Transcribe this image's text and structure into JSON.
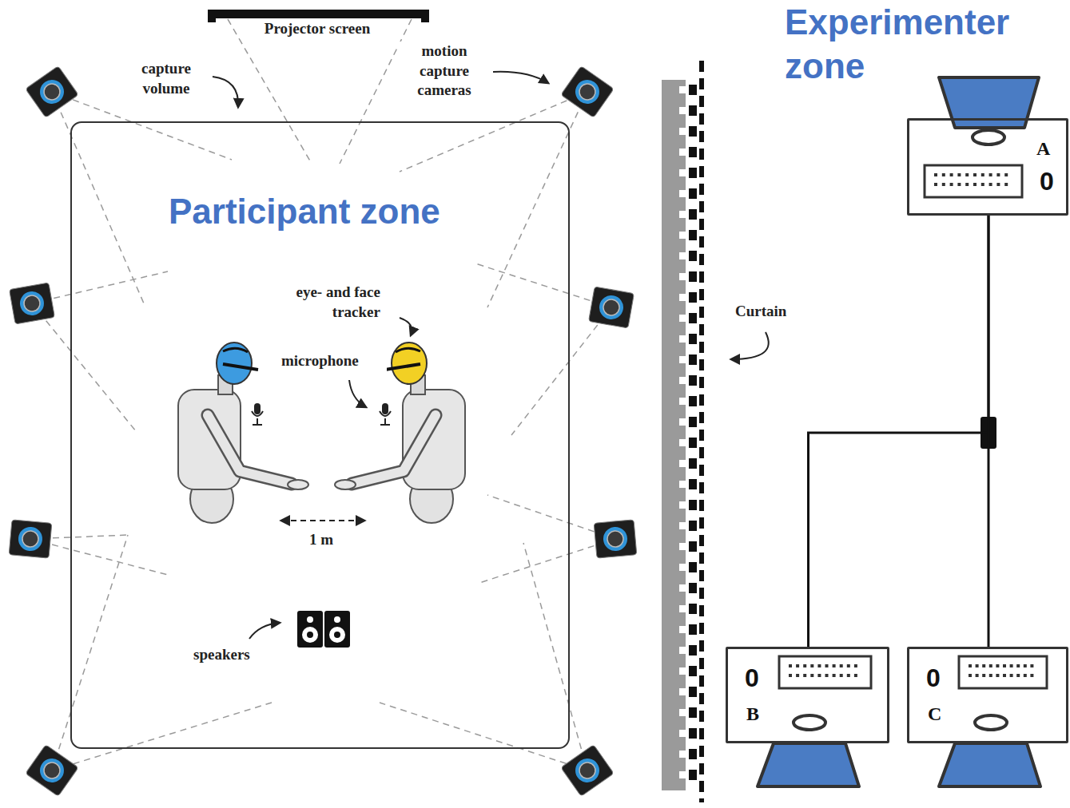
{
  "diagram": {
    "nodes": [
      {
        "text": [
          "Participant zone"
        ]
      },
      {
        "text": [
          "A",
          "0"
        ]
      },
      {
        "text": [
          "0",
          "B"
        ]
      },
      {
        "text": [
          "0",
          "C"
        ]
      }
    ],
    "edges": [
      {
        "from": 1,
        "to": 2,
        "arrow": "none"
      },
      {
        "from": 1,
        "to": 3,
        "arrow": "none"
      }
    ],
    "labels": [
      "Projector screen",
      "capture volume",
      "motion capture cameras",
      "Experimenter zone",
      "eye- and face tracker",
      "microphone",
      "1 m",
      "speakers",
      "Curtain"
    ]
  }
}
